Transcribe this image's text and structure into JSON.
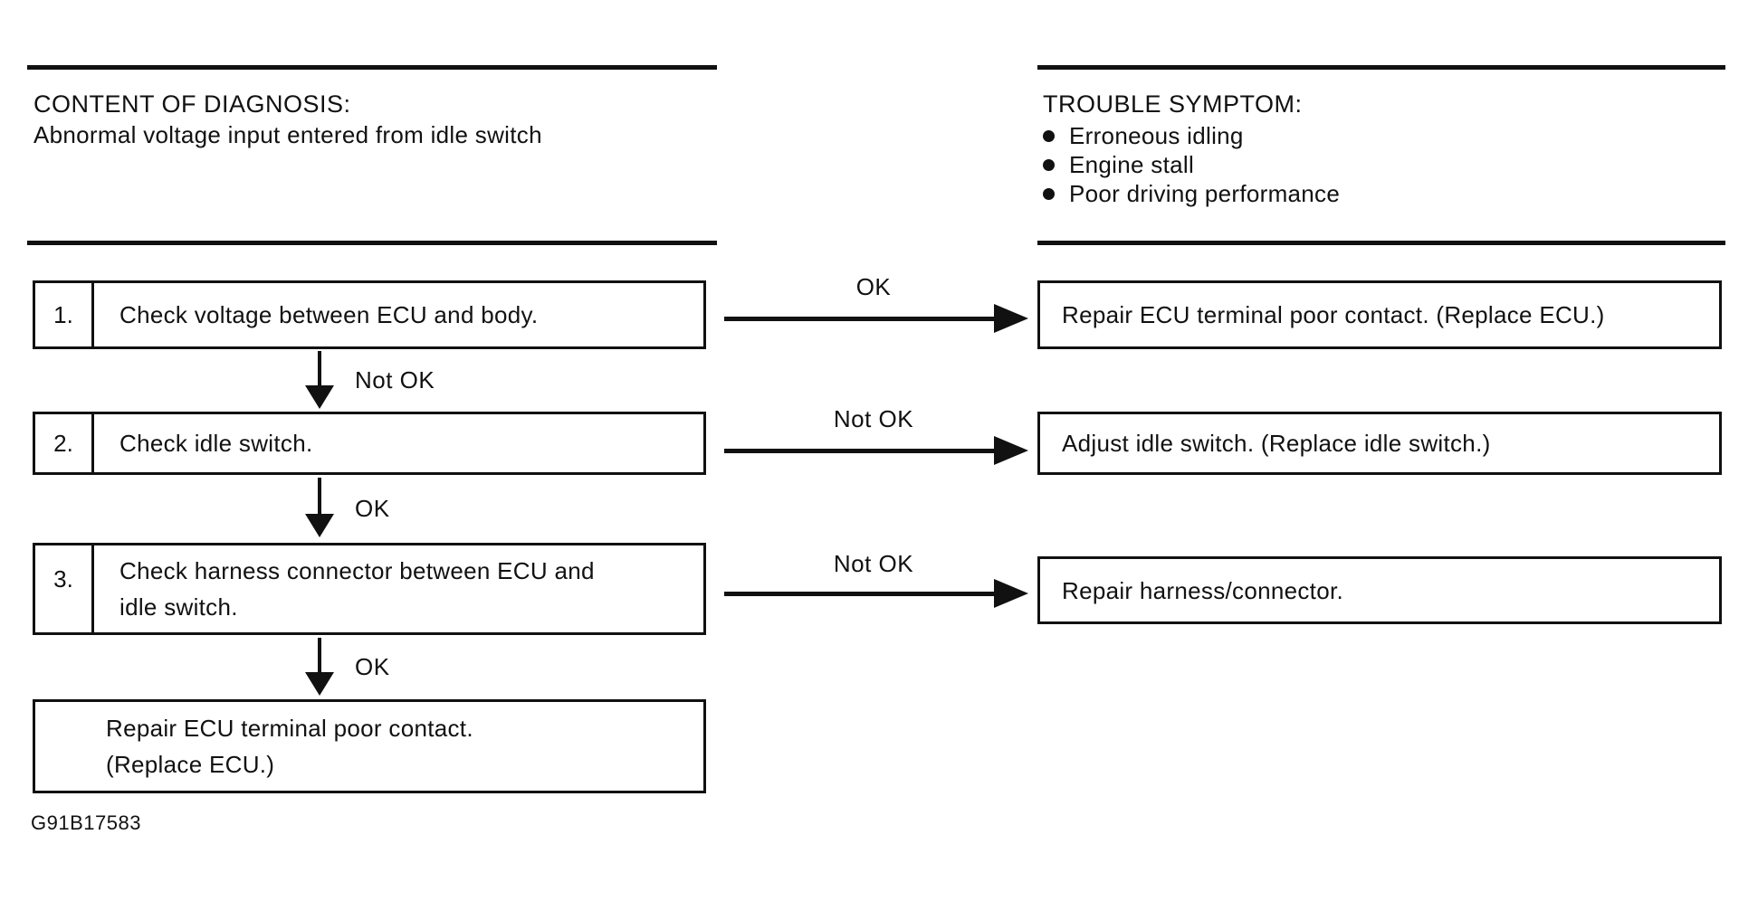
{
  "left_header": {
    "title": "CONTENT OF DIAGNOSIS:",
    "subtitle": "Abnormal voltage input entered from idle switch"
  },
  "right_header": {
    "title": "TROUBLE SYMPTOM:",
    "bullets": [
      "Erroneous idling",
      "Engine stall",
      "Poor driving performance"
    ]
  },
  "steps": [
    {
      "number": "1.",
      "lines": [
        "Check voltage between ECU and body."
      ]
    },
    {
      "number": "2.",
      "lines": [
        "Check idle switch."
      ]
    },
    {
      "number": "3.",
      "lines": [
        "Check harness connector between ECU and",
        "idle switch."
      ]
    }
  ],
  "final_action": {
    "lines": [
      "Repair ECU terminal poor contact.",
      "(Replace ECU.)"
    ]
  },
  "down_arrows": [
    {
      "label": "Not OK"
    },
    {
      "label": "OK"
    },
    {
      "label": "OK"
    }
  ],
  "right_actions": [
    {
      "label": "OK",
      "text": "Repair ECU terminal poor contact. (Replace ECU.)"
    },
    {
      "label": "Not OK",
      "text": "Adjust idle switch. (Replace idle switch.)"
    },
    {
      "label": "Not OK",
      "text": "Repair harness/connector."
    }
  ],
  "figure_code": "G91B17583",
  "colors": {
    "ink": "#111111",
    "paper": "#ffffff"
  }
}
